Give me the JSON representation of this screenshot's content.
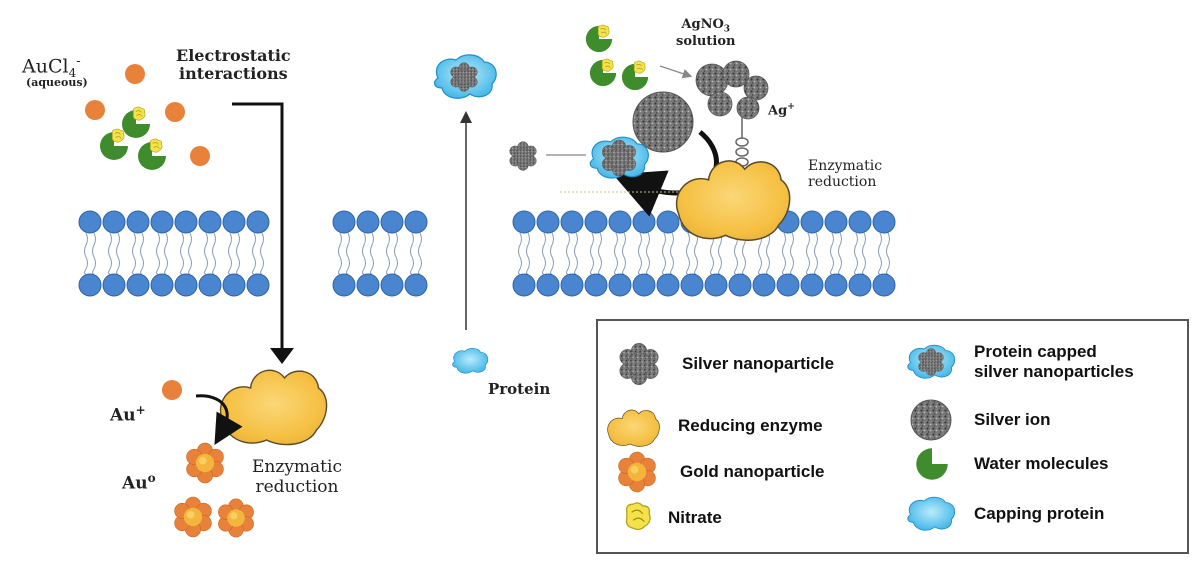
{
  "labels": {
    "aucl4": "AuCl",
    "aucl4_sub": "4",
    "aucl4_sup": "-",
    "aqueous": "(aqueous)",
    "electrostatic_line1": "Electrostatic",
    "electrostatic_line2": "interactions",
    "agno3_line1": "AgNO",
    "agno3_sub": "3",
    "agno3_line2": "solution",
    "ag_plus": "Ag",
    "ag_plus_sup": "+",
    "enzymatic_left_line1": "Enzymatic",
    "enzymatic_left_line2": "reduction",
    "enzymatic_right_line1": "Enzymatic",
    "enzymatic_right_line2": "reduction",
    "protein": "Protein",
    "au_plus": "Au",
    "au_plus_sup": "+",
    "au_zero": "Au",
    "au_zero_sup": "o"
  },
  "legend": {
    "items": [
      {
        "text": "Silver nanoparticle",
        "icon": "silver-nanoparticle-icon"
      },
      {
        "text": "Protein capped\nsilver nanoparticles",
        "icon": "protein-capped-nanoparticle-icon"
      },
      {
        "text": "Reducing enzyme",
        "icon": "reducing-enzyme-icon"
      },
      {
        "text": "Silver ion",
        "icon": "silver-ion-icon"
      },
      {
        "text": "Gold nanoparticle",
        "icon": "gold-nanoparticle-icon"
      },
      {
        "text": "Water molecules",
        "icon": "water-molecule-icon"
      },
      {
        "text": "Nitrate",
        "icon": "nitrate-icon"
      },
      {
        "text": "Capping protein",
        "icon": "capping-protein-icon"
      }
    ]
  },
  "colors": {
    "lipid_head": "#4a86d0",
    "enzyme": "#f6c44b",
    "gold": "#e8823a",
    "water": "#3f8c2c",
    "nitrate": "#f3e24a",
    "protein": "#55bfe9",
    "silver": "#6e6e6e"
  }
}
